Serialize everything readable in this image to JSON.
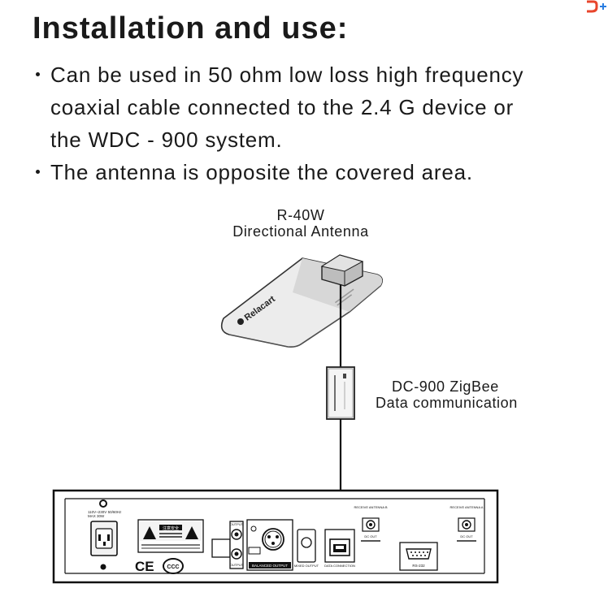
{
  "heading": "Installation and use:",
  "bullets": [
    {
      "line1": "Can be used in 50 ohm low loss high frequency",
      "line2": "coaxial cable connected to the 2.4 G device or",
      "line3": "the WDC - 900 system."
    },
    {
      "line1": "The antenna is opposite the covered area."
    }
  ],
  "diagram": {
    "antenna": {
      "model": "R-40W",
      "description": "Directional Antenna",
      "brand": "Relacart"
    },
    "adapter": {
      "model": "DC-900 ZigBee",
      "description": "Data communication"
    },
    "panel": {
      "power_label_1": "110V~230V 50/60Hz",
      "power_label_2": "MAX 30W",
      "warning_title": "注意安全",
      "ce_mark": "CE",
      "ccc_mark": "CCC",
      "output_top": "OUTPUT",
      "output_bottom": "OUTPUT",
      "balanced_output": "BALANCED OUTPUT",
      "mixed_output": "MIXED OUTPUT",
      "data_connection": "DATA CONNECTION",
      "antenna_b": "RECEIVE ANTENNA B",
      "antenna_a": "RECEIVE ANTENNA A",
      "dc_out_b": "DC OUT",
      "dc_out_a": "DC OUT",
      "rs232": "RS-232"
    }
  },
  "colors": {
    "text": "#1a1a1a",
    "logo_red": "#e8452c",
    "logo_blue": "#2a7de1"
  }
}
